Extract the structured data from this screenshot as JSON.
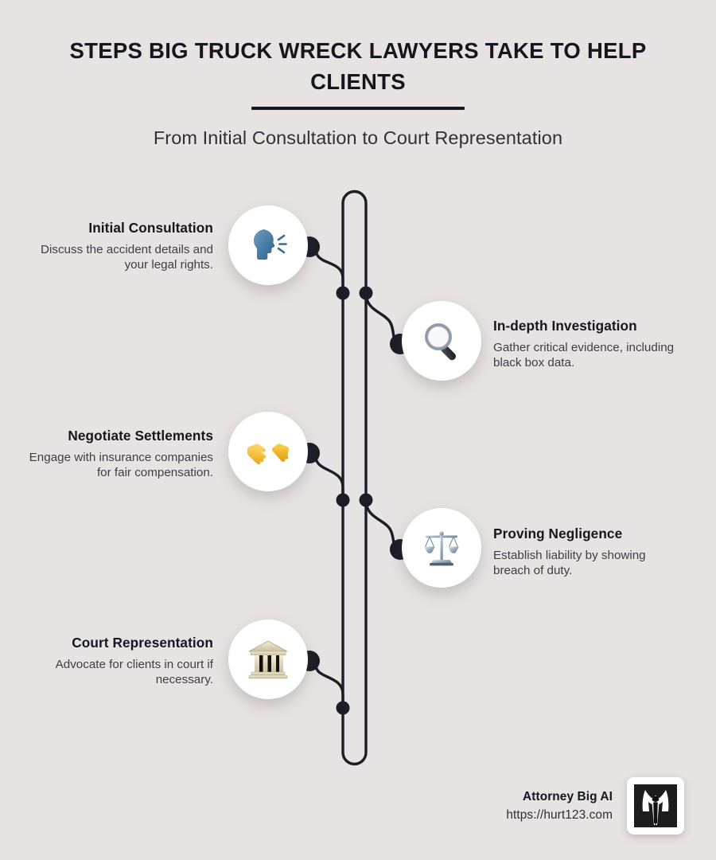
{
  "header": {
    "title": "STEPS BIG TRUCK WRECK LAWYERS TAKE TO HELP CLIENTS",
    "subtitle": "From Initial Consultation to Court Representation"
  },
  "steps": [
    {
      "id": "initial-consultation",
      "side": "left",
      "heading": "Initial Consultation",
      "description": "Discuss the accident details and your legal rights.",
      "icon": "speaking-head-icon"
    },
    {
      "id": "in-depth-investigation",
      "side": "right",
      "heading": "In-depth Investigation",
      "description": "Gather critical evidence, including black box data.",
      "icon": "magnifying-glass-icon"
    },
    {
      "id": "negotiate-settlements",
      "side": "left",
      "heading": "Negotiate Settlements",
      "description": "Engage with insurance companies for fair compensation.",
      "icon": "handshake-icon"
    },
    {
      "id": "proving-negligence",
      "side": "right",
      "heading": "Proving Negligence",
      "description": "Establish liability by showing breach of duty.",
      "icon": "balance-scales-icon"
    },
    {
      "id": "court-representation",
      "side": "left",
      "heading": "Court Representation",
      "description": "Advocate for clients in court if necessary.",
      "icon": "classical-building-icon"
    }
  ],
  "footer": {
    "brand_name": "Attorney Big AI",
    "url": "https://hurt123.com",
    "logo_icon": "suit-and-tie-icon"
  },
  "colors": {
    "background": "#e7e3e2",
    "ink": "#16161f",
    "body_text": "#3c3e45",
    "bubble": "#ffffff",
    "connector": "#1d1d28"
  }
}
